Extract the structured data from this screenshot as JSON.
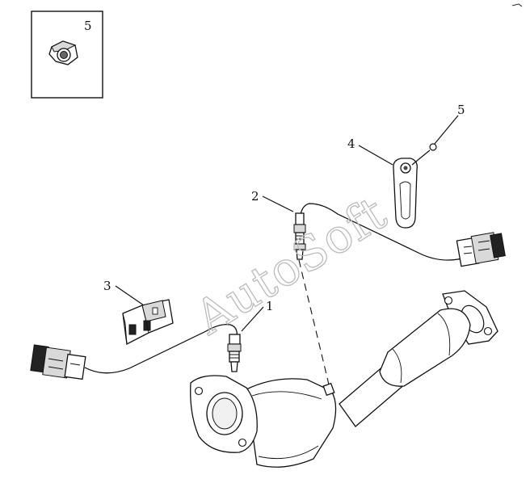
{
  "watermark": {
    "text": "AutoSoft"
  },
  "callouts": {
    "inset_part": "5",
    "rear_sensor": "1",
    "front_sensor": "2",
    "bracket": "3",
    "clip": "4",
    "clip_nut": "5"
  },
  "icons": [
    "hex-nut-icon",
    "oxygen-sensor-icon",
    "connector-icon",
    "bracket-icon",
    "clip-icon",
    "catalytic-converter-icon"
  ]
}
